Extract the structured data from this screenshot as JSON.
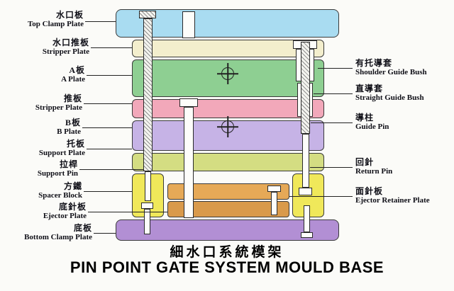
{
  "titles": {
    "chinese": "細水口系統模架",
    "english": "PIN POINT GATE SYSTEM MOULD BASE"
  },
  "left_labels": [
    {
      "cn": "水口板",
      "en": "Top Clamp Plate"
    },
    {
      "cn": "水口推板",
      "en": "Stripper Plate"
    },
    {
      "cn": "A板",
      "en": "A Plate"
    },
    {
      "cn": "推板",
      "en": "Stripper Plate"
    },
    {
      "cn": "B板",
      "en": "B Plate"
    },
    {
      "cn": "托板",
      "en": "Support Plate"
    },
    {
      "cn": "拉桿",
      "en": "Support Pin"
    },
    {
      "cn": "方鐵",
      "en": "Spacer Block"
    },
    {
      "cn": "底針板",
      "en": "Ejector Plate"
    },
    {
      "cn": "底板",
      "en": "Bottom Clamp Plate"
    }
  ],
  "right_labels": [
    {
      "cn": "有托導套",
      "en": "Shoulder Guide Bush"
    },
    {
      "cn": "直導套",
      "en": "Straight Guide Bush"
    },
    {
      "cn": "導柱",
      "en": "Guide Pin"
    },
    {
      "cn": "回針",
      "en": "Return Pin"
    },
    {
      "cn": "面針板",
      "en": "Ejector Retainer Plate"
    }
  ],
  "colors": {
    "top_clamp_plate": "#a9dcf1",
    "stripper_plate_upper": "#f3eecd",
    "a_plate": "#8ecf92",
    "stripper_plate": "#f2a8ba",
    "b_plate": "#c6b3e6",
    "support_plate": "#d4dd82",
    "spacer_block": "#f0e85a",
    "ejector_retainer_plate": "#e6a957",
    "ejector_plate": "#d99a4b",
    "bottom_clamp_plate": "#b28fd4"
  }
}
